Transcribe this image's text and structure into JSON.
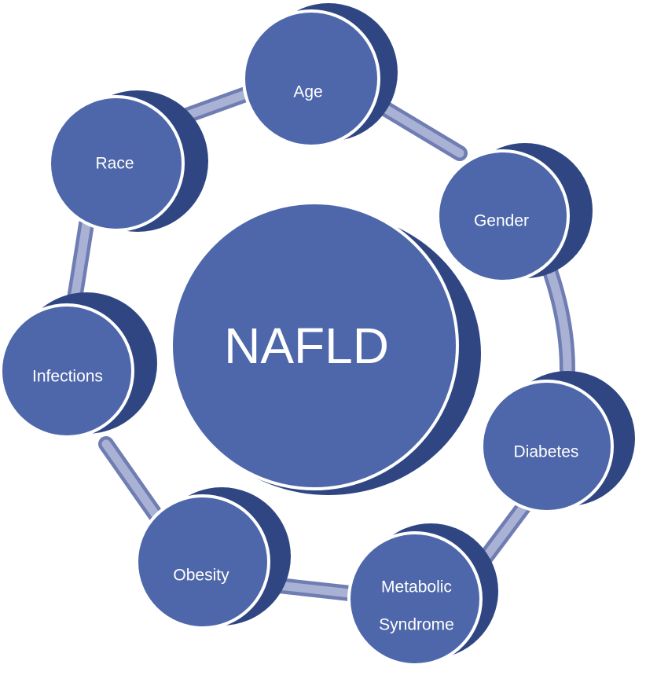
{
  "diagram": {
    "center": {
      "label": "NAFLD"
    },
    "factors": [
      {
        "id": "age",
        "label": "Age"
      },
      {
        "id": "gender",
        "label": "Gender"
      },
      {
        "id": "diabetes",
        "label": "Diabetes"
      },
      {
        "id": "metabolic-syndrome",
        "label": "Metabolic Syndrome",
        "lines": [
          "Metabolic",
          "Syndrome"
        ]
      },
      {
        "id": "obesity",
        "label": "Obesity"
      },
      {
        "id": "infections",
        "label": "Infections"
      },
      {
        "id": "race",
        "label": "Race"
      }
    ]
  },
  "colors": {
    "node_fill": "#4E67AA",
    "node_shadow": "#2F4683",
    "node_outline": "#ffffff",
    "ring_light": "#A9B2D4",
    "ring_dark": "#6F7DB3"
  }
}
